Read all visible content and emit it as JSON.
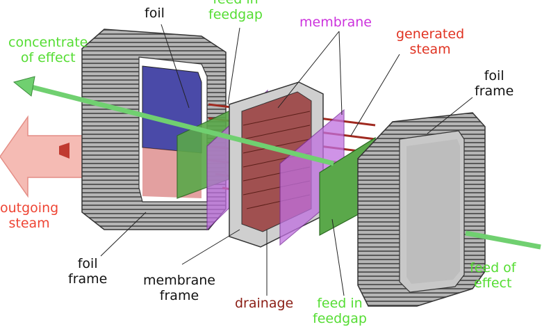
{
  "labels": {
    "foil_top": {
      "lines": [
        "foil"
      ],
      "color": "#111111"
    },
    "feed_in_feedgap_top": {
      "lines": [
        "feed in",
        "feedgap"
      ],
      "color": "#55dd33"
    },
    "membrane": {
      "lines": [
        "membrane"
      ],
      "color": "#cc33dd"
    },
    "generated_steam": {
      "lines": [
        "generated",
        "steam"
      ],
      "color": "#e03322"
    },
    "foil_frame_right": {
      "lines": [
        "foil",
        "frame"
      ],
      "color": "#111111"
    },
    "concentrate_of_effect": {
      "lines": [
        "concentrate",
        "of effect"
      ],
      "color": "#55dd33"
    },
    "outgoing_steam": {
      "lines": [
        "outgoing",
        "steam"
      ],
      "color": "#ee4433"
    },
    "foil_frame_left": {
      "lines": [
        "foil",
        "frame"
      ],
      "color": "#111111"
    },
    "membrane_frame": {
      "lines": [
        "membrane",
        "frame"
      ],
      "color": "#111111"
    },
    "drainage": {
      "lines": [
        "drainage"
      ],
      "color": "#8a1d14"
    },
    "feed_in_feedgap_bottom": {
      "lines": [
        "feed in",
        "feedgap"
      ],
      "color": "#55dd33"
    },
    "feed_of_effect": {
      "lines": [
        "feed of",
        "effect"
      ],
      "color": "#55dd33"
    }
  },
  "colors": {
    "frame_grey": "#9a9a9a",
    "frame_dark": "#555555",
    "foil_blue": "#4a4aa8",
    "feedgap_green": "#5aa84a",
    "membrane_purple": "#c070e0",
    "steam_pink": "#f0a0a0",
    "steam_rod": "#a02a20",
    "feed_arrow": "#70d070"
  },
  "icons": [
    "concentrate-arrow-icon",
    "outgoing-steam-arrow-icon",
    "feed-arrow-icon"
  ]
}
